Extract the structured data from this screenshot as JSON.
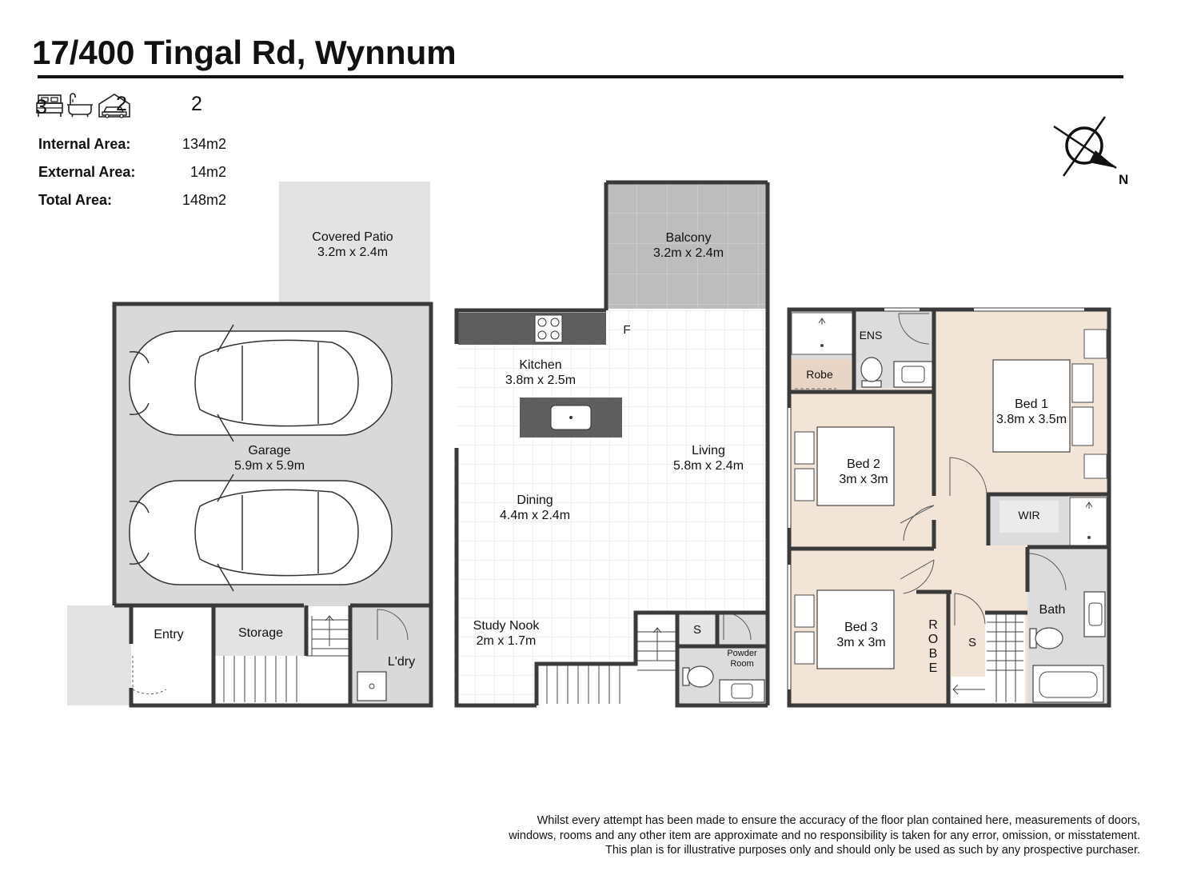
{
  "header": {
    "title": "17/400 Tingal Rd, Wynnum"
  },
  "features": {
    "bedrooms": "3",
    "bathrooms": "2",
    "car_spaces": "2",
    "bed_icon": "bed-icon",
    "bath_icon": "bathtub-icon",
    "car_icon": "garage-car-icon"
  },
  "areas": {
    "internal_label": "Internal Area:",
    "internal_value": "134m2",
    "external_label": "External Area:",
    "external_value": "14m2",
    "total_label": "Total Area:",
    "total_value": "148m2"
  },
  "compass": {
    "label": "N"
  },
  "ground": {
    "patio_name": "Covered Patio",
    "patio_size": "3.2m x 2.4m",
    "garage_name": "Garage",
    "garage_size": "5.9m x 5.9m",
    "entry": "Entry",
    "storage": "Storage",
    "laundry": "L'dry"
  },
  "middle": {
    "balcony_name": "Balcony",
    "balcony_size": "3.2m x 2.4m",
    "fridge": "F",
    "kitchen_name": "Kitchen",
    "kitchen_size": "3.8m x 2.5m",
    "living_name": "Living",
    "living_size": "5.8m x 2.4m",
    "dining_name": "Dining",
    "dining_size": "4.4m x 2.4m",
    "study_name": "Study Nook",
    "study_size": "2m x 1.7m",
    "storage_s": "S",
    "powder_line1": "Powder",
    "powder_line2": "Room"
  },
  "upper": {
    "ens": "ENS",
    "robe": "Robe",
    "bed1_name": "Bed 1",
    "bed1_size": "3.8m x 3.5m",
    "bed2_name": "Bed 2",
    "bed2_size": "3m x 3m",
    "bed3_name": "Bed 3",
    "bed3_size": "3m x 3m",
    "wir": "WIR",
    "bath": "Bath",
    "robe_vertical": [
      "R",
      "O",
      "B",
      "E"
    ],
    "storage_s": "S"
  },
  "colors": {
    "wall": "#3a3a3a",
    "garage_floor": "#d9d9d9",
    "patio": "#e3e3e3",
    "balcony": "#bdbdbd",
    "bedroom": "#f3e4d8",
    "wet_area": "#dcdcdc",
    "island": "#5e5e5e",
    "tile_grid": "#e2e2e2"
  },
  "disclaimer": {
    "line1": "Whilst every attempt has been made to ensure the accuracy of the floor plan contained here, measurements of doors,",
    "line2": "windows, rooms and any other item are approximate and no responsibility is taken for any error, omission, or misstatement.",
    "line3": "This plan is for illustrative purposes only and should only be used as such by any prospective purchaser."
  }
}
